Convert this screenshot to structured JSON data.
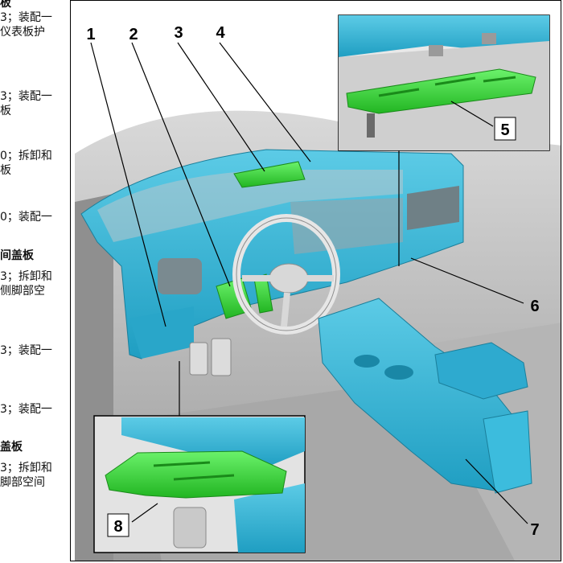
{
  "left_text": [
    {
      "text": "板",
      "bold": true
    },
    {
      "text": "3；装配一",
      "bold": false
    },
    {
      "text": "仪表板护",
      "bold": false
    },
    {
      "text": "3；装配一",
      "bold": false
    },
    {
      "text": "板",
      "bold": false
    },
    {
      "text": "0；拆卸和",
      "bold": false
    },
    {
      "text": "板",
      "bold": false
    },
    {
      "text": "0；装配一",
      "bold": false
    },
    {
      "text": "间盖板",
      "bold": true
    },
    {
      "text": "3；拆卸和",
      "bold": false
    },
    {
      "text": "侧脚部空",
      "bold": false
    },
    {
      "text": "3；装配一",
      "bold": false
    },
    {
      "text": "3；装配一",
      "bold": false
    },
    {
      "text": "盖板",
      "bold": true
    },
    {
      "text": "3；拆卸和",
      "bold": false
    },
    {
      "text": "脚部空间",
      "bold": false
    }
  ],
  "callouts": [
    "1",
    "2",
    "3",
    "4",
    "5",
    "6",
    "7",
    "8"
  ],
  "colors": {
    "highlight_blue": "#3ab5d6",
    "highlight_green": "#39d33a",
    "body_gray": "#c8c8c8",
    "line": "#000000"
  }
}
